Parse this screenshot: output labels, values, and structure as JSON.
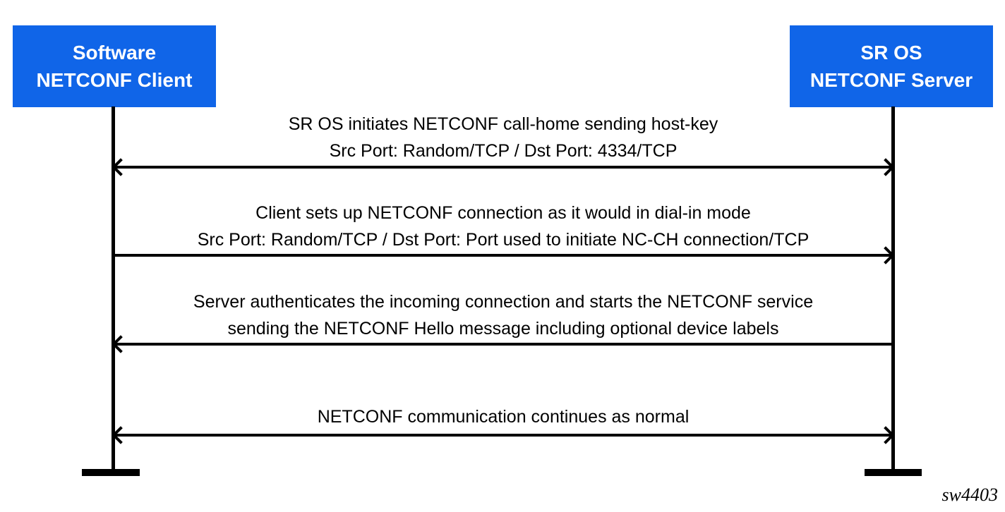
{
  "diagram": {
    "type": "sequence",
    "watermark": "sw4403",
    "colors": {
      "actor_background": "#1065e8",
      "actor_text": "#ffffff",
      "line_color": "#000000"
    },
    "actors": [
      {
        "id": "client",
        "label": "Software\nNETCONF Client"
      },
      {
        "id": "server",
        "label": "SR OS\nNETCONF Server"
      }
    ],
    "messages": [
      {
        "line1": "SR OS initiates NETCONF call-home sending host-key",
        "line2": "Src Port: Random/TCP / Dst Port: 4334/TCP",
        "direction": "both"
      },
      {
        "line1": "Client sets up NETCONF connection as it would in dial-in mode",
        "line2": "Src Port: Random/TCP / Dst Port: Port used to initiate NC-CH connection/TCP",
        "direction": "right"
      },
      {
        "line1": "Server authenticates the incoming connection and starts the NETCONF service",
        "line2": "sending the NETCONF Hello message including optional device labels",
        "direction": "left"
      },
      {
        "line1": "NETCONF communication continues as normal",
        "direction": "both"
      }
    ]
  }
}
